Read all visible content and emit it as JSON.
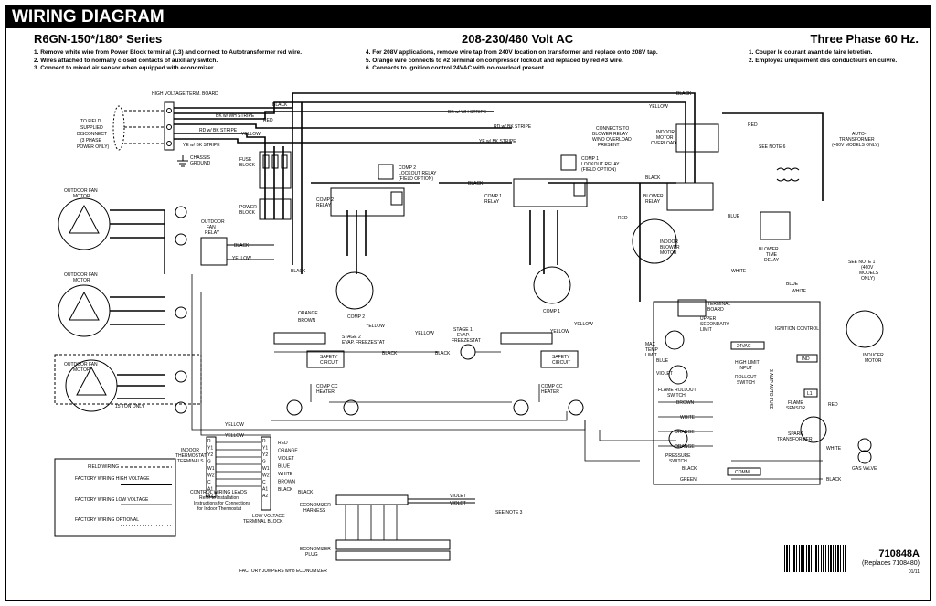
{
  "header": {
    "title": "WIRING DIAGRAM",
    "series": "R6GN-150*/180* Series",
    "voltage": "208-230/460 Volt AC",
    "phase": "Three Phase 60 Hz."
  },
  "notes": {
    "left": [
      "1. Remove white wire from Power Block terminal (L3) and connect to Autotransformer red wire.",
      "2. Wires attached to normally closed contacts of auxiliary switch.",
      "3. Connect to mixed air sensor when equipped with economizer."
    ],
    "middle": [
      "4. For 208V applications, remove wire tap from 240V location on transformer and replace onto 208V tap.",
      "5. Orange wire connects to #2 terminal on compressor lockout and replaced by red #3 wire.",
      "6. Connects to ignition control 24VAC with no overload present."
    ],
    "right": [
      "1. Couper le courant avant de faire letretien.",
      "2. Employez uniquement des conducteurs en cuivre."
    ]
  },
  "components": {
    "hv_term_board": "HIGH VOLTAGE TERM. BOARD",
    "to_field": [
      "TO FIELD",
      "SUPPLIED",
      "DISCONNECT",
      "(3 PHASE",
      "POWER ONLY)"
    ],
    "chassis_ground": [
      "CHASSIS",
      "GROUND"
    ],
    "fuse_block": [
      "FUSE",
      "BLOCK"
    ],
    "power_block": [
      "POWER",
      "BLOCK"
    ],
    "outdoor_fan_motor": [
      "OUTDOOR FAN",
      "MOTOR"
    ],
    "outdoor_fan_relay": [
      "OUTDOOR",
      "FAN",
      "RELAY"
    ],
    "fifteen_ton_only": "15 TON ONLY",
    "comp2": "COMP 2",
    "comp1": "COMP 1",
    "comp2_relay": [
      "COMP 2",
      "RELAY"
    ],
    "comp1_relay": [
      "COMP 1",
      "RELAY"
    ],
    "comp2_lockout": [
      "COMP 2",
      "LOCKOUT RELAY",
      "(FIELD OPTION)"
    ],
    "comp1_lockout": [
      "COMP 1",
      "LOCKOUT RELAY",
      "(FIELD OPTION)"
    ],
    "stage2_freezestat": [
      "STAGE 2",
      "EVAP. FREEZESTAT"
    ],
    "stage1_freezestat": [
      "STAGE 1",
      "EVAP.",
      "FREEZESTAT"
    ],
    "safety_circuit": [
      "SAFETY",
      "CIRCUIT"
    ],
    "comp_cc_heater": [
      "COMP CC",
      "HEATER"
    ],
    "connects_blower": [
      "CONNECTS TO",
      "BLOWER RELAY",
      "W/NO OVERLOAD",
      "PRESENT"
    ],
    "indoor_motor_overload": [
      "INDOOR",
      "MOTOR",
      "OVERLOAD"
    ],
    "blower_relay": [
      "BLOWER",
      "RELAY"
    ],
    "indoor_blower_motor": [
      "INDOOR",
      "BLOWER",
      "MOTOR"
    ],
    "blower_time_delay": [
      "BLOWER",
      "TIME",
      "DELAY"
    ],
    "autotransformer": [
      "AUTO-",
      "TRANSFORMER",
      "(460V MODELS ONLY)"
    ],
    "see_note_1": [
      "SEE NOTE 1",
      "(460V",
      "MODELS",
      "ONLY)"
    ],
    "terminal_board": [
      "TERMINAL",
      "BOARD"
    ],
    "upper_secondary_limit": [
      "UPPER",
      "SECONDARY",
      "LIMIT"
    ],
    "ignition_control": "IGNITION CONTROL",
    "max_temp_limit": [
      "MAX",
      "TEMP",
      "LIMIT"
    ],
    "high_limit_input": [
      "HIGH LIMIT",
      "INPUT"
    ],
    "rollout_switch": [
      "ROLLOUT",
      "SWITCH"
    ],
    "flame_rollout_switch": [
      "FLAME ROLLOUT",
      "SWITCH"
    ],
    "amp_fuse": [
      "3 AMP",
      "AUTO FUSE"
    ],
    "inducer_motor": [
      "INDUCER",
      "MOTOR"
    ],
    "flame_sensor": [
      "FLAME",
      "SENSOR"
    ],
    "spark_transformer": [
      "SPARK",
      "TRANSFORMER"
    ],
    "pressure_switch": [
      "PRESSURE",
      "SWITCH"
    ],
    "gas_valve": "GAS VALVE",
    "indoor_thermostat": [
      "INDOOR",
      "THERMOSTAT",
      "TERMINALS"
    ],
    "control_wiring_leads": [
      "CONTROL WIRING LEADS",
      "Refer to Installation",
      "Instructions for Connections",
      "for Indoor Thermostat"
    ],
    "low_voltage_terminal_block": [
      "LOW VOLTAGE",
      "TERMINAL BLOCK"
    ],
    "economizer_harness": [
      "ECONOMIZER",
      "HARNESS"
    ],
    "economizer_plug": [
      "ECONOMIZER",
      "PLUG"
    ],
    "factory_jumpers": "FACTORY JUMPERS w/no ECONOMIZER",
    "see_note_3": "SEE NOTE 3",
    "see_note_6": "SEE NOTE 6",
    "ind": "IND",
    "comm": "COMM",
    "vac24": "24VAC",
    "l1": "L1"
  },
  "thermostat_terminals": [
    "R",
    "Y1",
    "Y2",
    "G",
    "W1",
    "W2",
    "C",
    "A1",
    "A2"
  ],
  "thermostat_wires": [
    "RED",
    "ORANGE",
    "VIOLET",
    "BLUE",
    "WHITE",
    "BROWN",
    "BLACK"
  ],
  "wire_labels": {
    "black": "BLACK",
    "red": "RED",
    "yellow": "YELLOW",
    "blue": "BLUE",
    "white": "WHITE",
    "orange": "ORANGE",
    "brown": "BROWN",
    "violet": "VIOLET",
    "green": "GREEN",
    "bk_wh": "BK w/ WH STRIPE",
    "rd_bk": "RD w/ BK STRIPE",
    "ye_bk": "YE w/ BK STRIPE"
  },
  "legend": {
    "items": [
      {
        "label": "FIELD WIRING",
        "style": "dashed"
      },
      {
        "label": "FACTORY WIRING HIGH VOLTAGE",
        "style": "thick"
      },
      {
        "label": "FACTORY WIRING LOW VOLTAGE",
        "style": "thin"
      },
      {
        "label": "FACTORY WIRING OPTIONAL",
        "style": "dotted"
      }
    ]
  },
  "footer": {
    "part_number": "710848A",
    "replaces": "(Replaces 7108480)",
    "date": "01/11"
  },
  "colors": {
    "ink": "#000000",
    "background": "#ffffff",
    "title_bar": "#000000"
  }
}
